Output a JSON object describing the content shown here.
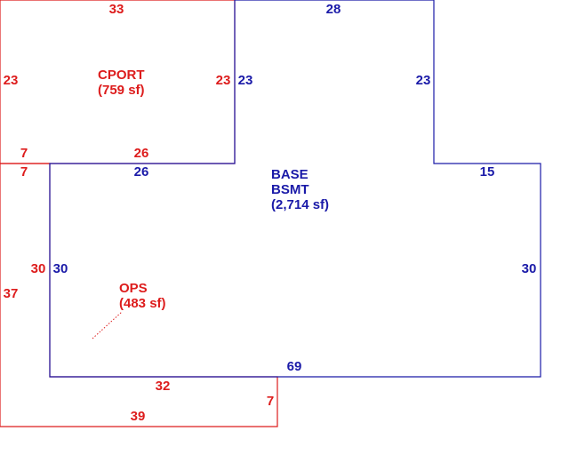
{
  "colors": {
    "red": "#dd1c1c",
    "blue": "#1a1aa8",
    "background": "#ffffff"
  },
  "cport": {
    "name": "CPORT",
    "area": "(759 sf)",
    "dims": {
      "top": "33",
      "left": "23",
      "right": "23",
      "bottom_left": "7",
      "bottom_right": "26"
    }
  },
  "base": {
    "name_line1": "BASE",
    "name_line2": "BSMT",
    "area": "(2,714 sf)",
    "dims": {
      "top": "28",
      "left_upper": "23",
      "right_upper": "23",
      "step_left": "26",
      "step_right": "15",
      "left": "30",
      "right": "30",
      "bottom": "69"
    }
  },
  "ops": {
    "name": "OPS",
    "area": "(483 sf)",
    "dims": {
      "top": "7",
      "inner": "30",
      "outer": "37",
      "middle": "32",
      "bottom": "39",
      "right": "7"
    }
  }
}
